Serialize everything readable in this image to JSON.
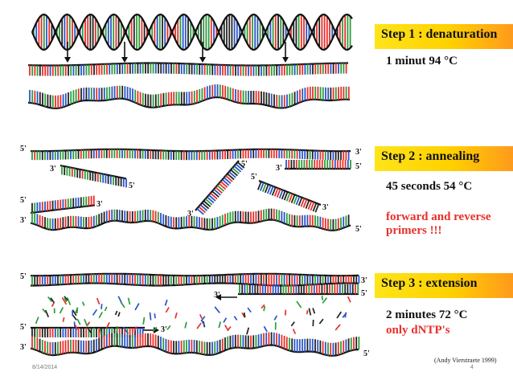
{
  "steps": [
    {
      "label": "Step 1 : denaturation",
      "condition": "1 minut 94 °C"
    },
    {
      "label": "Step 2 : annealing",
      "condition": "45 seconds 54 °C",
      "note": "forward and reverse primers !!!"
    },
    {
      "label": "Step 3 : extension",
      "condition": "2 minutes 72 °C",
      "note": "only dNTP's"
    }
  ],
  "strand_labels": {
    "five": "5'",
    "three": "3'"
  },
  "credit": "(Andy Vierstraete 1999)",
  "footer": {
    "date": "8/14/2014",
    "page": "4"
  },
  "colors": {
    "accent_box_start": "#ffe41a",
    "accent_box_end": "#ff9a1c",
    "note_red": "#e8302a",
    "base_colors": [
      "#e8302a",
      "#2d9c3c",
      "#2a55c8",
      "#222222"
    ]
  }
}
